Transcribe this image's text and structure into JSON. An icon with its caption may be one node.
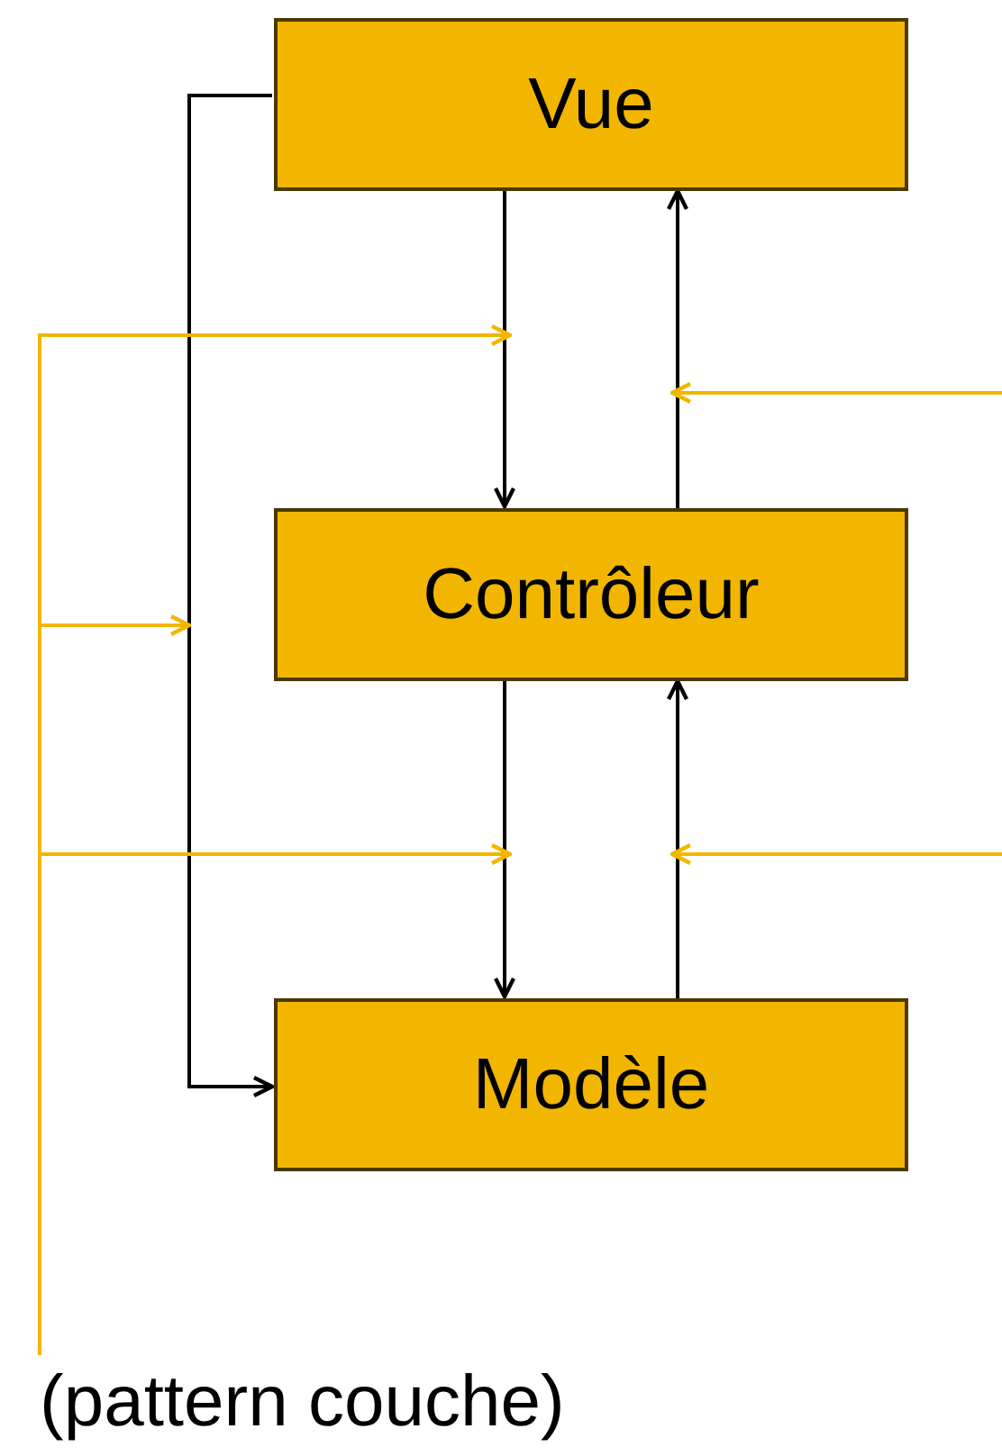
{
  "diagram": {
    "nodes": [
      {
        "text": [
          "Vue"
        ]
      },
      {
        "text": [
          "Contrôleur"
        ]
      },
      {
        "text": [
          "Modèle"
        ]
      },
      {
        "text": [
          "(pattern couche)"
        ]
      }
    ],
    "edges": [
      {
        "from": 0,
        "to": 1,
        "arrow": "to"
      },
      {
        "from": 1,
        "to": 0,
        "arrow": "to"
      },
      {
        "from": 1,
        "to": 2,
        "arrow": "to"
      },
      {
        "from": 2,
        "to": 1,
        "arrow": "to"
      },
      {
        "from": 0,
        "to": 2,
        "arrow": "to"
      },
      {
        "from": 3,
        "to": null,
        "arrow": "to",
        "color": "#f2b600"
      },
      {
        "from": 3,
        "to": null,
        "arrow": "to",
        "color": "#f2b600"
      },
      {
        "from": 3,
        "to": null,
        "arrow": "to",
        "color": "#f2b600"
      }
    ]
  }
}
